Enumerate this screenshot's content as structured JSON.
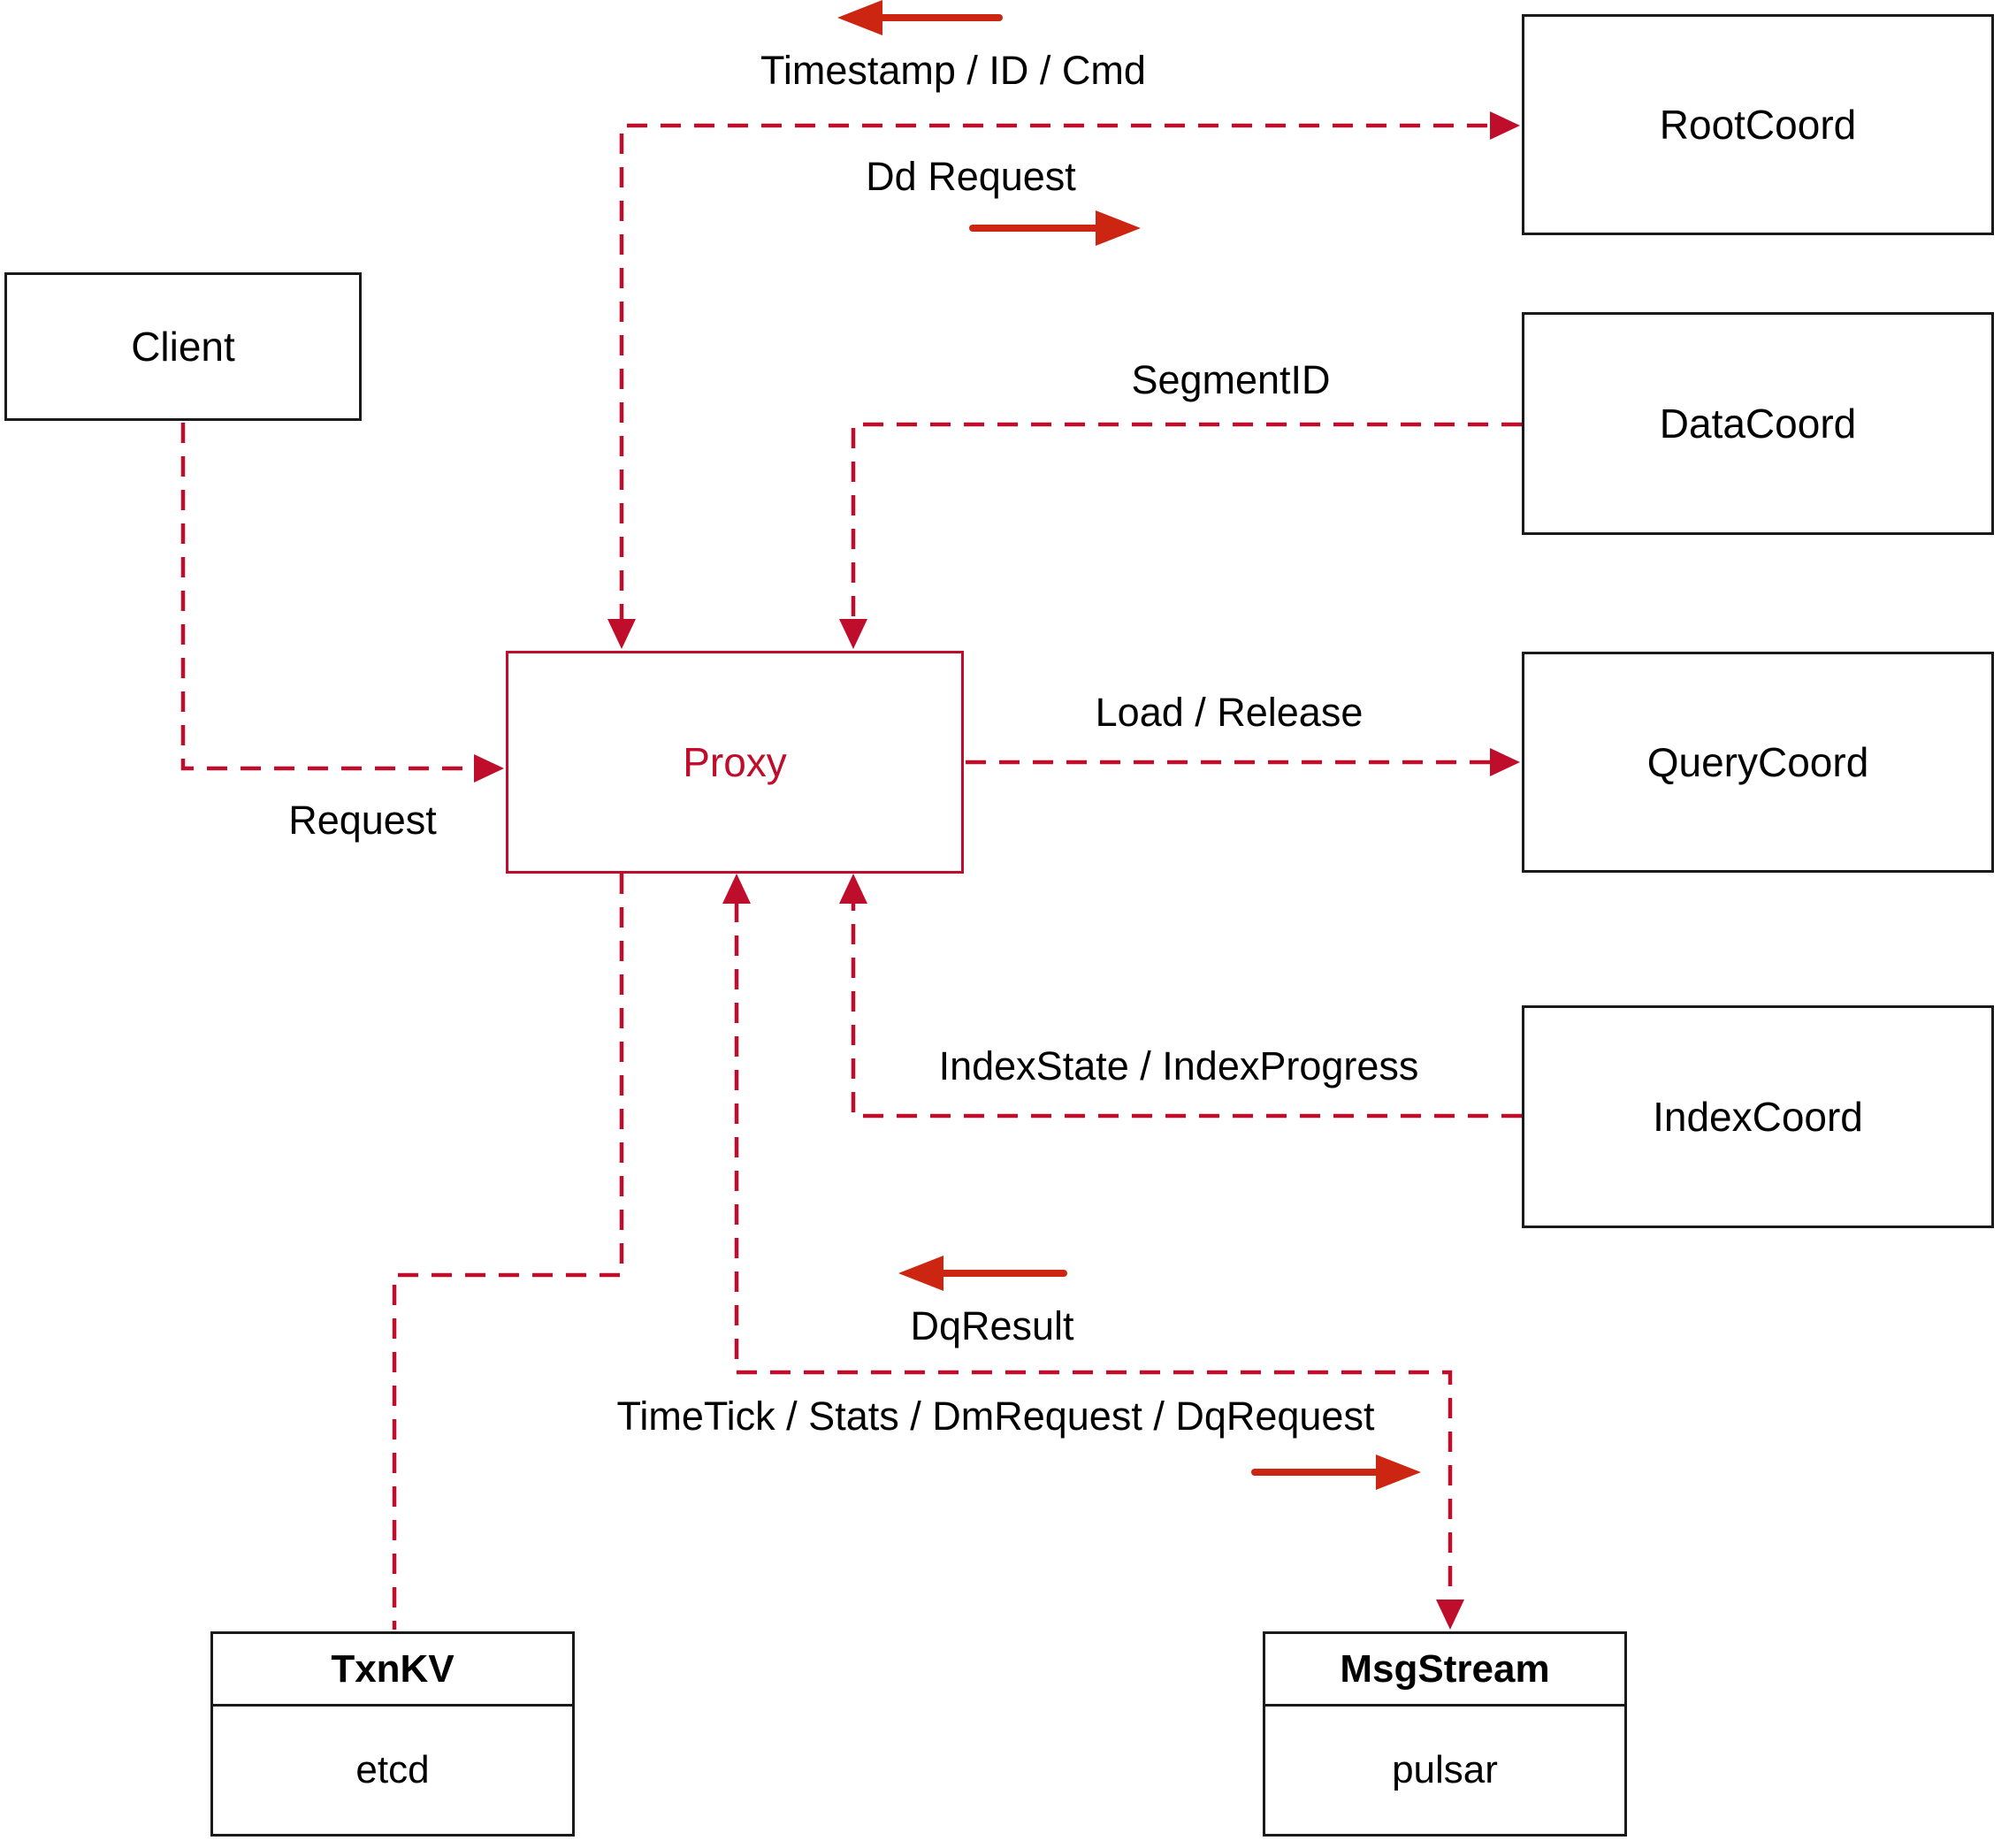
{
  "colors": {
    "dashed_line": "#bf0d2c",
    "solid_direction_arrow": "#cc2512",
    "proxy_accent": "#bf0d2c",
    "box_border": "#1a1a1a",
    "label_text": "#000000",
    "background": "#ffffff"
  },
  "nodes": {
    "client": {
      "label": "Client"
    },
    "proxy": {
      "label": "Proxy"
    },
    "rootcoord": {
      "label": "RootCoord"
    },
    "datacoord": {
      "label": "DataCoord"
    },
    "querycoord": {
      "label": "QueryCoord"
    },
    "indexcoord": {
      "label": "IndexCoord"
    },
    "txnkv": {
      "title": "TxnKV",
      "impl": "etcd"
    },
    "msgstream": {
      "title": "MsgStream",
      "impl": "pulsar"
    }
  },
  "edges": {
    "client_to_proxy": {
      "label": "Request",
      "from": "Client",
      "to": "Proxy"
    },
    "rootcoord_to_proxy": {
      "label": "Timestamp / ID / Cmd",
      "from": "RootCoord",
      "to": "Proxy"
    },
    "proxy_to_rootcoord": {
      "label": "Dd Request",
      "from": "Proxy",
      "to": "RootCoord"
    },
    "datacoord_to_proxy": {
      "label": "SegmentID",
      "from": "DataCoord",
      "to": "Proxy"
    },
    "proxy_to_querycoord": {
      "label": "Load / Release",
      "from": "Proxy",
      "to": "QueryCoord"
    },
    "indexcoord_to_proxy": {
      "label": "IndexState / IndexProgress",
      "from": "IndexCoord",
      "to": "Proxy"
    },
    "msgstream_to_proxy": {
      "label": "DqResult",
      "from": "MsgStream",
      "to": "Proxy"
    },
    "proxy_to_msgstream": {
      "label": "TimeTick / Stats / DmRequest / DqRequest",
      "from": "Proxy",
      "to": "MsgStream"
    },
    "proxy_txnkv_link": {
      "label": "",
      "from": "Proxy",
      "to": "TxnKV"
    }
  }
}
